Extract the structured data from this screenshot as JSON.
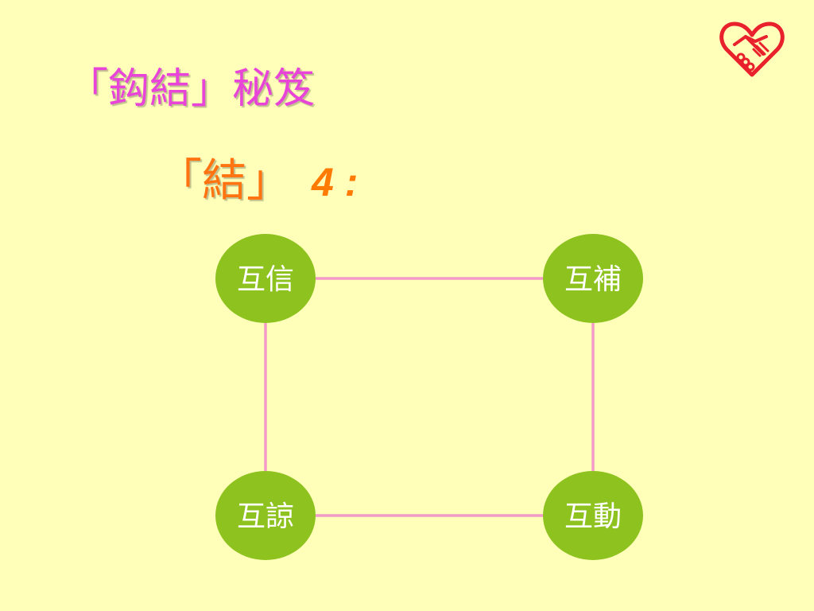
{
  "slide": {
    "title": "「鈎結」秘笈",
    "subtitle_keyword": "「結」",
    "subtitle_number": "4 :",
    "colors": {
      "background": "#ffffb9",
      "title": "#e845d8",
      "subtitle_keyword": "#ff7410",
      "subtitle_number": "#ff7a00",
      "node_fill": "#8dc21f",
      "node_text": "#ffffff",
      "connector": "#f49ac8",
      "logo": "#e8212c"
    },
    "logo_icon": "heart-handshake-icon"
  },
  "diagram": {
    "nodes": [
      {
        "id": "trust",
        "label": "互信"
      },
      {
        "id": "complement",
        "label": "互補"
      },
      {
        "id": "forgive",
        "label": "互諒"
      },
      {
        "id": "interact",
        "label": "互動"
      }
    ],
    "edges": [
      [
        "trust",
        "complement"
      ],
      [
        "complement",
        "interact"
      ],
      [
        "interact",
        "forgive"
      ],
      [
        "forgive",
        "trust"
      ]
    ]
  }
}
